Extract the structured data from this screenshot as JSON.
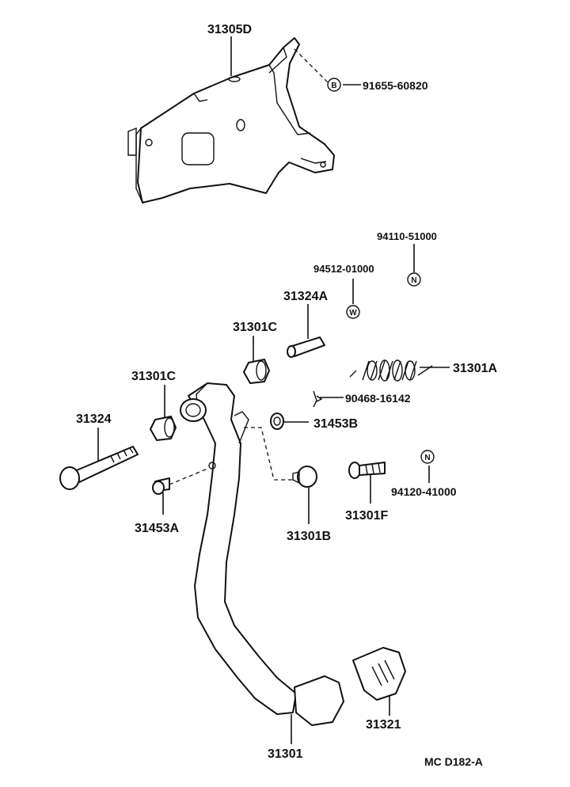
{
  "diagram_code": "MC D182-A",
  "labels": {
    "p31305D": "31305D",
    "p91655": "91655-60820",
    "p94110": "94110-51000",
    "p94512": "94512-01000",
    "p31324A": "31324A",
    "p31301C_a": "31301C",
    "p31301C_b": "31301C",
    "p31301A": "31301A",
    "p90468": "90468-16142",
    "p31324": "31324",
    "p31453B": "31453B",
    "p31453A": "31453A",
    "p31301B": "31301B",
    "p31301F": "31301F",
    "p94120": "94120-41000",
    "p31321": "31321",
    "p31301": "31301"
  },
  "symbols": {
    "b": "B",
    "n1": "N",
    "w": "W",
    "n2": "N"
  }
}
